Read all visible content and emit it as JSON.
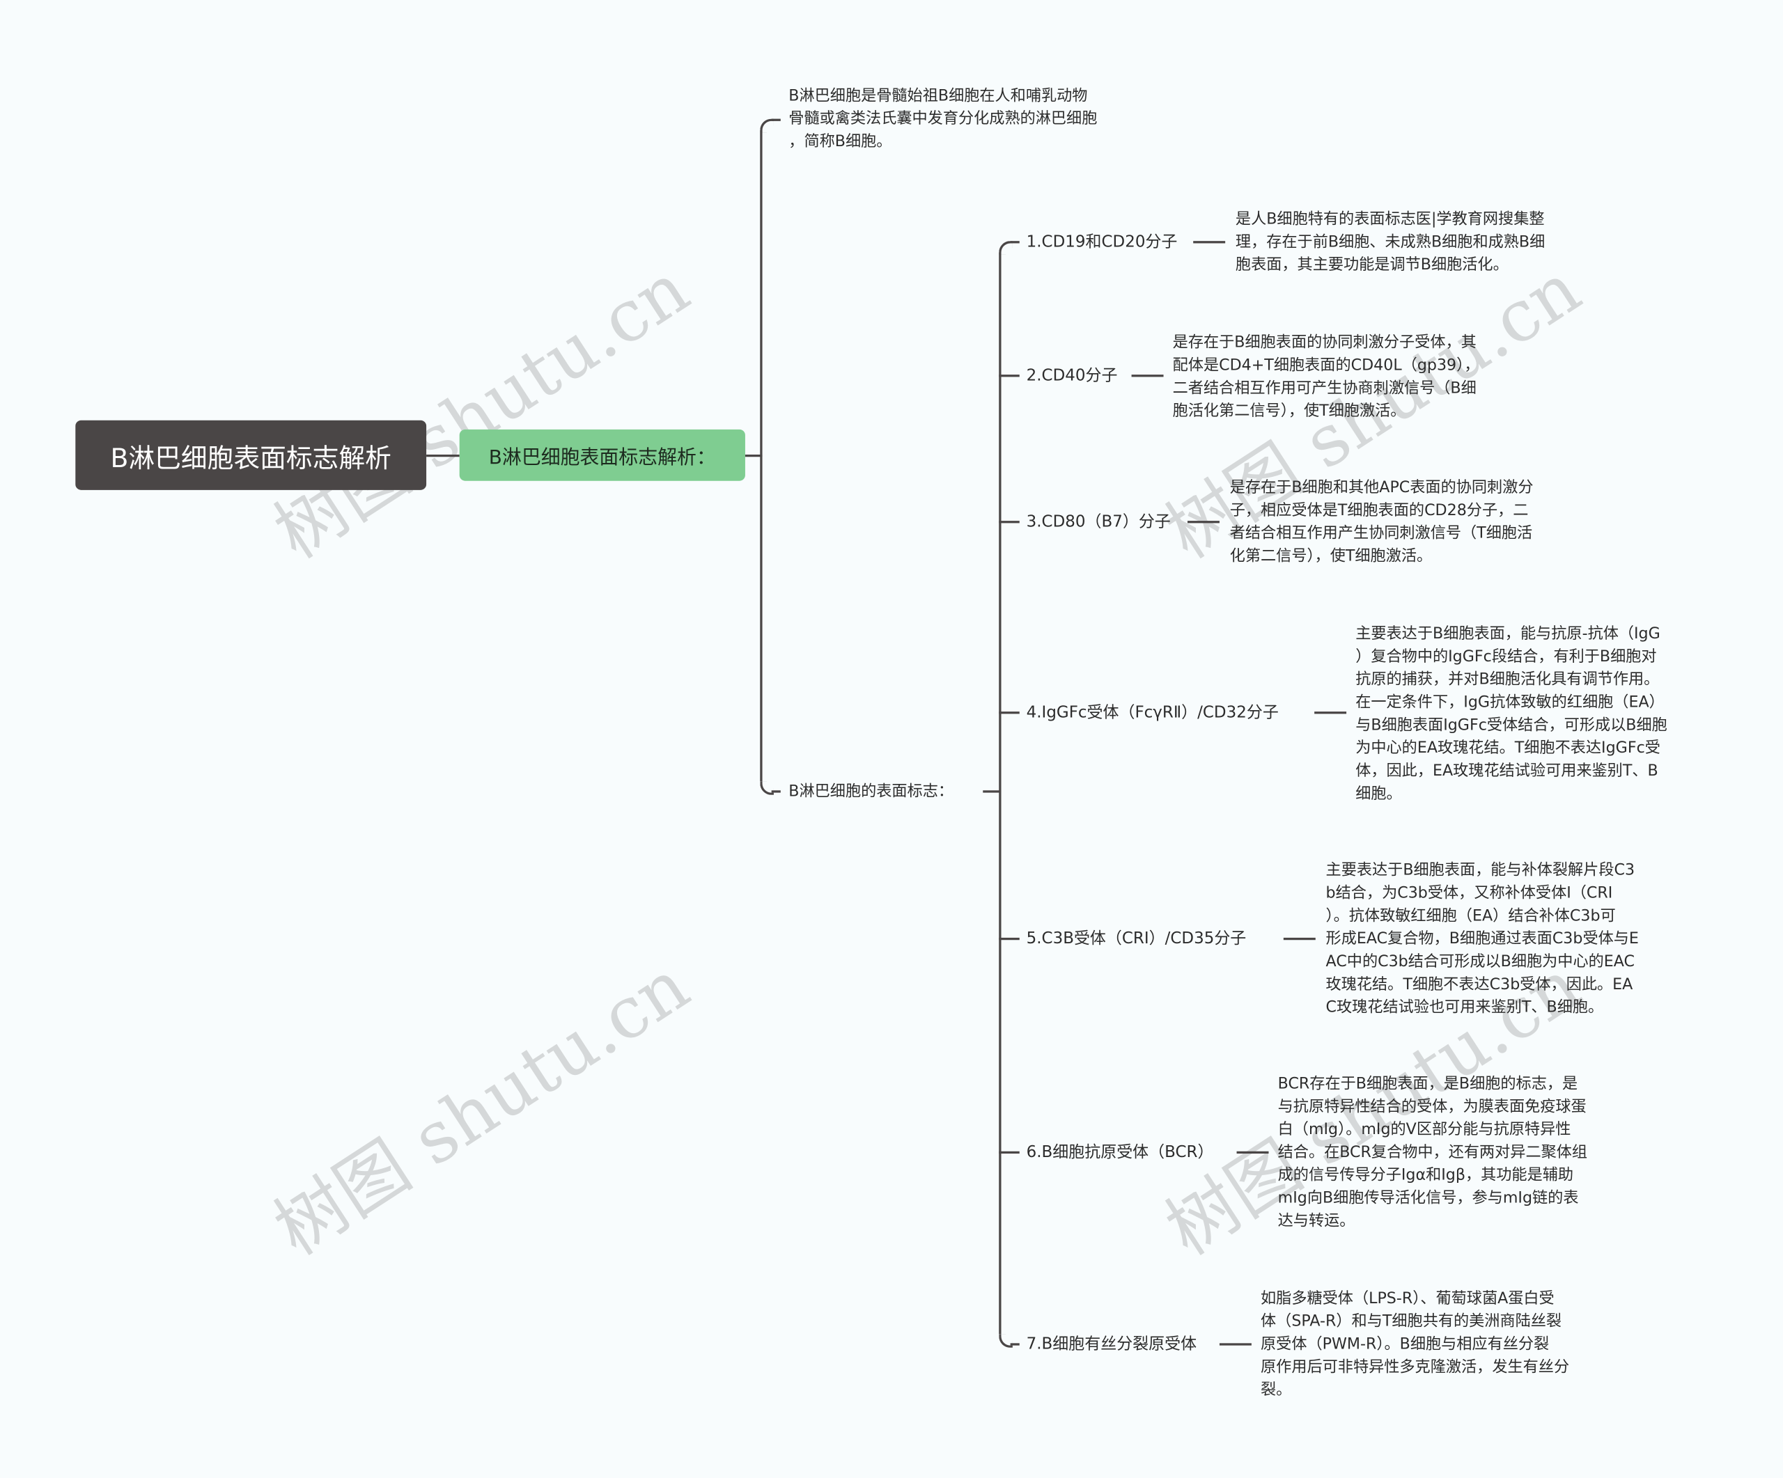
{
  "root": {
    "label": "B淋巴细胞表面标志解析"
  },
  "level1": {
    "label": "B淋巴细胞表面标志解析："
  },
  "intro": {
    "text": "B淋巴细胞是骨髓始祖B细胞在人和哺乳动物\n骨髓或禽类法氏囊中发育分化成熟的淋巴细胞\n，简称B细胞。"
  },
  "markers": {
    "label": "B淋巴细胞的表面标志：",
    "items": [
      {
        "label": "1.CD19和CD20分子",
        "detail": "是人B细胞特有的表面标志医|学教育网搜集整\n理，存在于前B细胞、未成熟B细胞和成熟B细\n胞表面，其主要功能是调节B细胞活化。"
      },
      {
        "label": "2.CD40分子",
        "detail": "是存在于B细胞表面的协同刺激分子受体，其\n配体是CD4+T细胞表面的CD40L（gp39），\n二者结合相互作用可产生协商刺激信号（B细\n胞活化第二信号），使T细胞激活。"
      },
      {
        "label": "3.CD80（B7）分子",
        "detail": "是存在于B细胞和其他APC表面的协同刺激分\n子，相应受体是T细胞表面的CD28分子，二\n者结合相互作用产生协同刺激信号（T细胞活\n化第二信号），使T细胞激活。"
      },
      {
        "label": "4.IgGFc受体（FcγRⅡ）/CD32分子",
        "detail": "主要表达于B细胞表面，能与抗原-抗体（IgG\n）复合物中的IgGFc段结合，有利于B细胞对\n抗原的捕获，并对B细胞活化具有调节作用。\n在一定条件下，IgG抗体致敏的红细胞（EA）\n与B细胞表面IgGFc受体结合，可形成以B细胞\n为中心的EA玫瑰花结。T细胞不表达IgGFc受\n体，因此，EA玫瑰花结试验可用来鉴别T、B\n细胞。"
      },
      {
        "label": "5.C3B受体（CRⅠ）/CD35分子",
        "detail": "主要表达于B细胞表面，能与补体裂解片段C3\nb结合，为C3b受体，又称补体受体Ⅰ（CRⅠ\n）。抗体致敏红细胞（EA）结合补体C3b可\n形成EAC复合物，B细胞通过表面C3b受体与E\nAC中的C3b结合可形成以B细胞为中心的EAC\n玫瑰花结。T细胞不表达C3b受体，因此。EA\nC玫瑰花结试验也可用来鉴别T、B细胞。"
      },
      {
        "label": "6.B细胞抗原受体（BCR）",
        "detail": "BCR存在于B细胞表面，是B细胞的标志，是\n与抗原特异性结合的受体，为膜表面免疫球蛋\n白（mIg）。mIg的V区部分能与抗原特异性\n结合。在BCR复合物中，还有两对异二聚体组\n成的信号传导分子Igα和Igβ，其功能是辅助\nmIg向B细胞传导活化信号，参与mIg链的表\n达与转运。"
      },
      {
        "label": "7.B细胞有丝分裂原受体",
        "detail": "如脂多糖受体（LPS-R）、葡萄球菌A蛋白受\n体（SPA-R）和与T细胞共有的美洲商陆丝裂\n原受体（PWM-R）。B细胞与相应有丝分裂\n原作用后可非特异性多克隆激活，发生有丝分\n裂。"
      }
    ]
  },
  "watermark": {
    "text": "树图 shutu.cn"
  },
  "colors": {
    "root_bg": "#4a4646",
    "level1_bg": "#7fcd91",
    "line": "#4a4646",
    "background": "#f8fcfd"
  }
}
